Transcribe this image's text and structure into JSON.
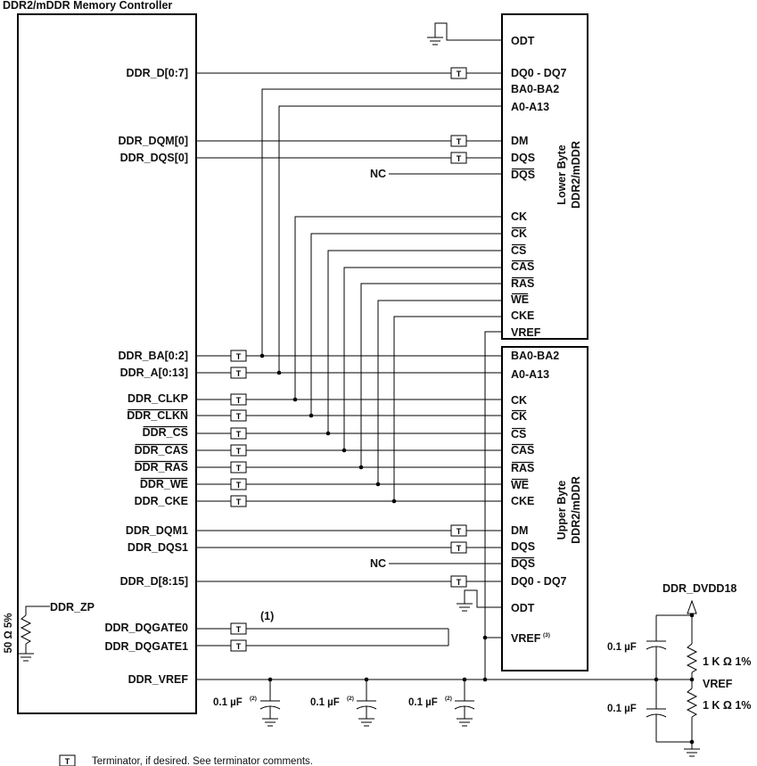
{
  "controller": {
    "title": "DDR2/mDDR Memory Controller",
    "signals": {
      "ddr_d_0_7": "DDR_D[0:7]",
      "ddr_dqm0": "DDR_DQM[0]",
      "ddr_dqs0": "DDR_DQS[0]",
      "ddr_ba": "DDR_BA[0:2]",
      "ddr_a": "DDR_A[0:13]",
      "ddr_clkp": "DDR_CLKP",
      "ddr_clkn": "DDR_CLKN",
      "ddr_cs": "DDR_CS",
      "ddr_cas": "DDR_CAS",
      "ddr_ras": "DDR_RAS",
      "ddr_we": "DDR_WE",
      "ddr_cke": "DDR_CKE",
      "ddr_dqm1": "DDR_DQM1",
      "ddr_dqs1": "DDR_DQS1",
      "ddr_d_8_15": "DDR_D[8:15]",
      "ddr_zp": "DDR_ZP",
      "ddr_dqgate0": "DDR_DQGATE0",
      "ddr_dqgate1": "DDR_DQGATE1",
      "ddr_vref": "DDR_VREF"
    }
  },
  "lower_chip": {
    "title_line1": "Lower Byte",
    "title_line2": "DDR2/mDDR",
    "pins": {
      "odt": "ODT",
      "dq": "DQ0 - DQ7",
      "ba": "BA0-BA2",
      "a": "A0-A13",
      "dm": "DM",
      "dqs": "DQS",
      "dqs_n": "DQS",
      "ck": "CK",
      "ck_n": "CK",
      "cs": "CS",
      "cas": "CAS",
      "ras": "RAS",
      "we": "WE",
      "cke": "CKE",
      "vref": "VREF"
    }
  },
  "upper_chip": {
    "title_line1": "Upper Byte",
    "title_line2": "DDR2/mDDR",
    "pins": {
      "ba": "BA0-BA2",
      "a": "A0-A13",
      "ck": "CK",
      "ck_n": "CK",
      "cs": "CS",
      "cas": "CAS",
      "ras": "RAS",
      "we": "WE",
      "cke": "CKE",
      "dm": "DM",
      "dqs": "DQS",
      "dqs_n": "DQS",
      "dq": "DQ0 - DQ7",
      "odt": "ODT",
      "vref": "VREF",
      "vref_sup": "(3)"
    }
  },
  "labels": {
    "nc": "NC",
    "note1": "(1)",
    "zp_resistor": "50 Ω 5%",
    "cap_value": "0.1 µF",
    "cap_sup": "(2)",
    "rdiv_cap": "0.1 µF",
    "resistor": "1 K Ω 1%",
    "supply": "DDR_DVDD18",
    "vref_node": "VREF",
    "terminator_glyph": "T",
    "legend": "Terminator, if desired. See terminator comments."
  }
}
